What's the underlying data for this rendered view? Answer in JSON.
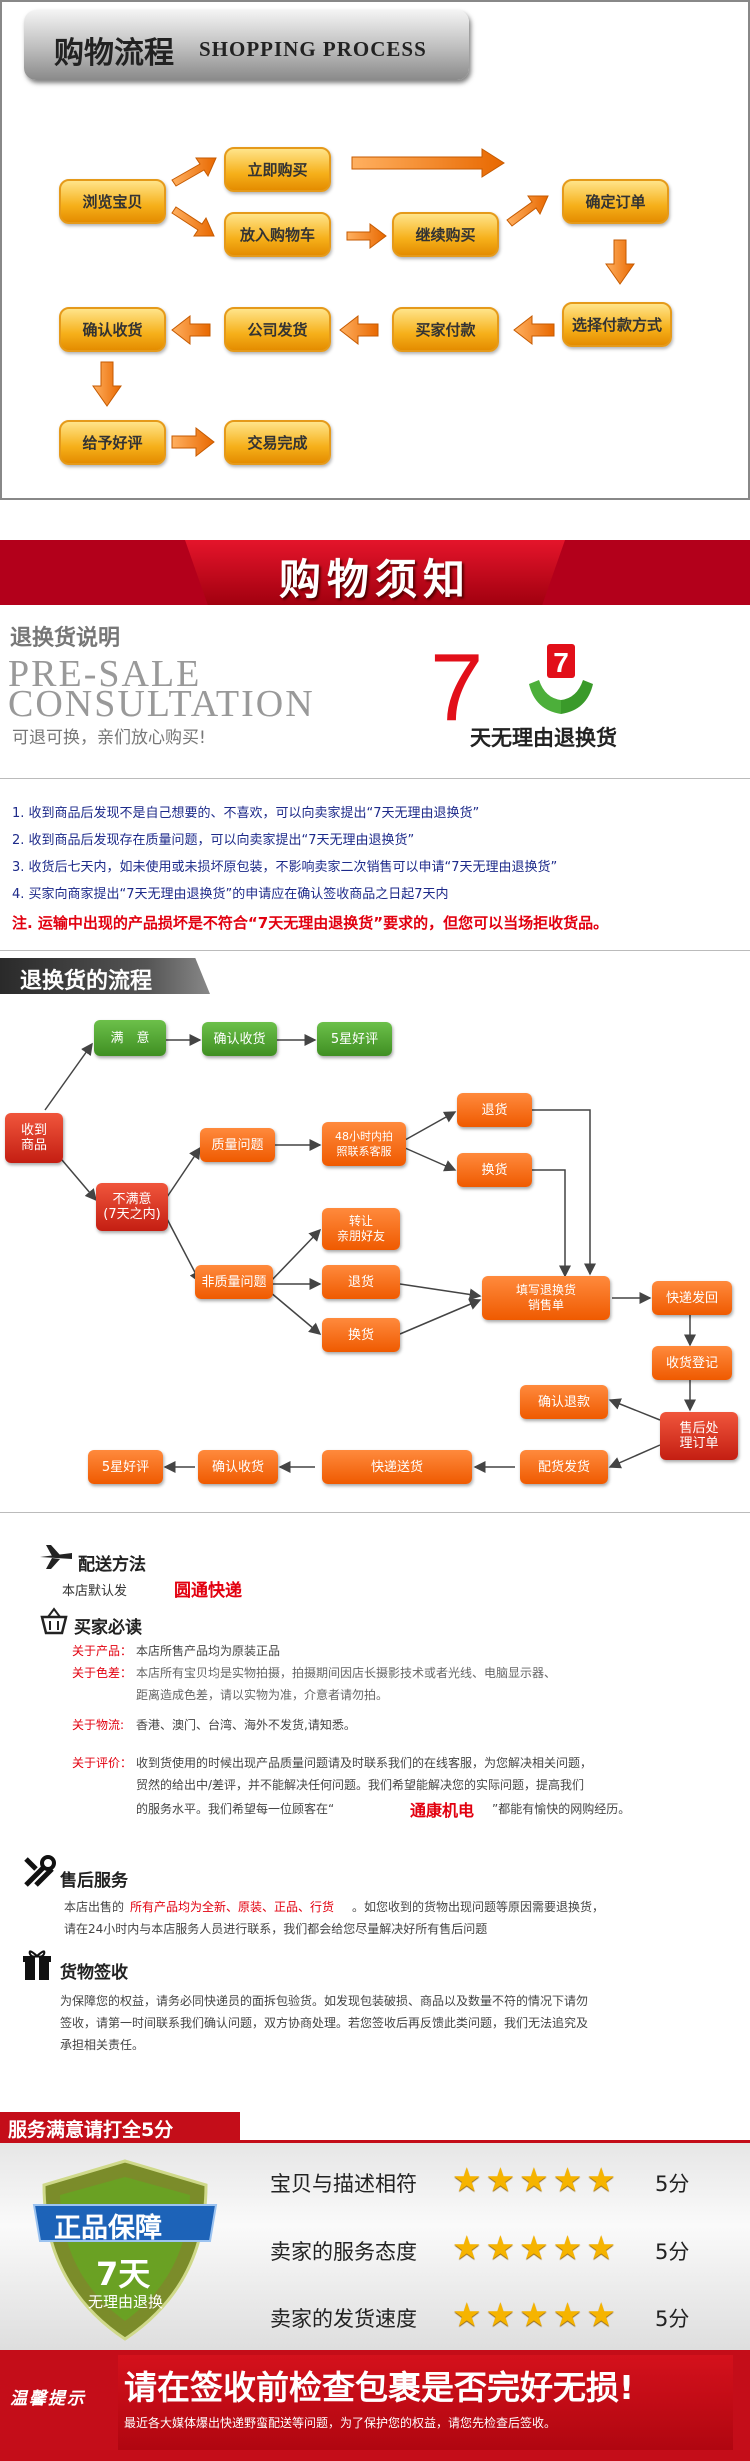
{
  "process": {
    "title_cn": "购物流程",
    "title_en": "SHOPPING PROCESS",
    "steps": [
      "浏览宝贝",
      "立即购买",
      "放入购物车",
      "继续购买",
      "确定订单",
      "选择付款方式",
      "买家付款",
      "公司发货",
      "确认收货",
      "给予好评",
      "交易完成"
    ]
  },
  "banner": {
    "title": "购物须知"
  },
  "presale": {
    "title_cn": "退换货说明",
    "title_en_1": "PRE-SALE",
    "title_en_2": "CONSULTATION",
    "subtitle": "可退可换，亲们放心购买!",
    "seven": "7",
    "seven_text": "天无理由退换货",
    "rules": [
      "1. 收到商品后发现不是自己想要的、不喜欢，可以向卖家提出“7天无理由退换货”",
      "2. 收到商品后发现存在质量问题，可以向卖家提出“7天无理由退换货”",
      "3. 收货后七天内，如未使用或未损坏原包装，不影响卖家二次销售可以申请“7天无理由退换货”",
      "4. 买家向商家提出“7天无理由退换货”的申请应在确认签收商品之日起7天内"
    ],
    "note": "注. 运输中出现的产品损坏是不符合“7天无理由退换货”要求的，但您可以当场拒收货品。"
  },
  "flow": {
    "title": "退换货的流程",
    "received": "收到\n商品",
    "satisfied": "满　意",
    "confirm1": "确认收货",
    "five_star1": "5星好评",
    "unsatisfied": "不满意\n(7天之内)",
    "quality": "质量问题",
    "contact48": "48小时内拍\n照联系客服",
    "return1": "退货",
    "exchange1": "换货",
    "nonquality": "非质量问题",
    "transfer": "转让\n亲朋好友",
    "return2": "退货",
    "exchange2": "换货",
    "fill_form": "填写退换货\n销售单",
    "ship_back": "快递发回",
    "register": "收货登记",
    "after_sale": "售后处\n理订单",
    "confirm_refund": "确认退款",
    "redeliver": "配货发货",
    "express": "快递送货",
    "confirm2": "确认收货",
    "five_star2": "5星好评"
  },
  "delivery": {
    "title": "配送方法",
    "default_label": "本店默认发",
    "courier": "圆通快递"
  },
  "notice": {
    "title": "买家必读",
    "product_label": "关于产品：",
    "product_text": "本店所售产品均为原装正品",
    "color_label": "关于色差：",
    "color_text_1": "本店所有宝贝均是实物拍摄，拍摄期间因店长摄影技术或者光线、电脑显示器、",
    "color_text_2": "距离造成色差，请以实物为准，介意者请勿拍。",
    "logistics_label": "关于物流:",
    "logistics_text": "香港、澳门、台湾、海外不发货,请知悉。",
    "review_label": "关于评价：",
    "review_text_1": "收到货使用的时候出现产品质量问题请及时联系我们的在线客服，为您解决相关问题，",
    "review_text_2": "贸然的给出中/差评，并不能解决任何问题。我们希望能解决您的实际问题，提高我们",
    "review_text_3a": "的服务水平。我们希望每一位顾客在“",
    "review_store": "通康机电",
    "review_text_3b": "”都能有愉快的网购经历。"
  },
  "aftersale": {
    "title": "售后服务",
    "text_1a": "本店出售的",
    "text_1b": "所有产品均为全新、原装、正品、行货",
    "text_1c": "。如您收到的货物出现问题等原因需要退换货，",
    "text_2": "请在24小时内与本店服务人员进行联系，我们都会给您尽量解决好所有售后问题"
  },
  "receipt": {
    "title": "货物签收",
    "text_1": "为保障您的权益，请务必同快递员的面拆包验货。如发现包装破损、商品以及数量不符的情况下请勿",
    "text_2": "签收，请第一时间联系我们确认问题，双方协商处理。若您签收后再反馈此类问题，我们无法追究及",
    "text_3": "承担相关责任。"
  },
  "service": {
    "title": "服务满意请打全5分",
    "shield_top": "正品保障",
    "shield_days": "7天",
    "shield_bottom": "无理由退换",
    "ratings": [
      {
        "label": "宝贝与描述相符",
        "stars": 5,
        "score": "5分"
      },
      {
        "label": "卖家的服务态度",
        "stars": 5,
        "score": "5分"
      },
      {
        "label": "卖家的发货速度",
        "stars": 5,
        "score": "5分"
      }
    ]
  },
  "footer": {
    "warm_tip": "温馨提示",
    "headline": "请在签收前检查包裹是否完好无损!",
    "subline": "最近各大媒体爆出快递野蛮配送等问题，为了保护您的权益，请您先检查后签收。"
  },
  "colors": {
    "accent_red": "#e2000f",
    "banner_red": "#b3001b",
    "orange": "#f6b01a",
    "navy_text": "#1d2a8a",
    "flow_green": "#3f8f22"
  }
}
